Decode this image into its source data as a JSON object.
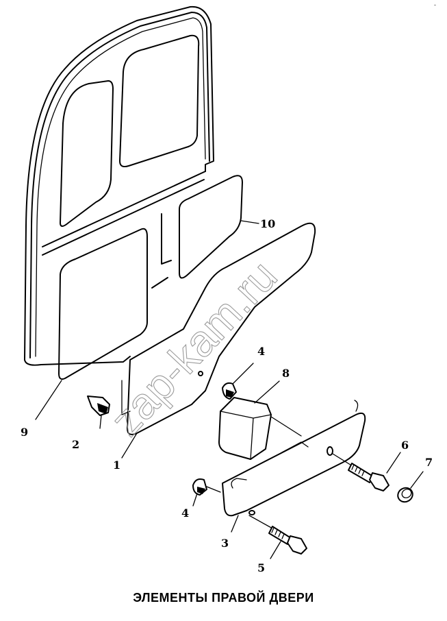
{
  "title": "ЭЛЕМЕНТЫ ПРАВОЙ ДВЕРИ",
  "watermark": "zap-kam.ru",
  "corner_mark": "-",
  "callouts": [
    {
      "id": "c1",
      "label": "1"
    },
    {
      "id": "c2",
      "label": "2"
    },
    {
      "id": "c3",
      "label": "3"
    },
    {
      "id": "c4a",
      "label": "4"
    },
    {
      "id": "c4b",
      "label": "4"
    },
    {
      "id": "c5",
      "label": "5"
    },
    {
      "id": "c6",
      "label": "6"
    },
    {
      "id": "c7",
      "label": "7"
    },
    {
      "id": "c8",
      "label": "8"
    },
    {
      "id": "c9",
      "label": "9"
    },
    {
      "id": "c10",
      "label": "10"
    }
  ],
  "colors": {
    "line": "#000000",
    "background": "#ffffff",
    "watermark": "#9a9a9a"
  }
}
